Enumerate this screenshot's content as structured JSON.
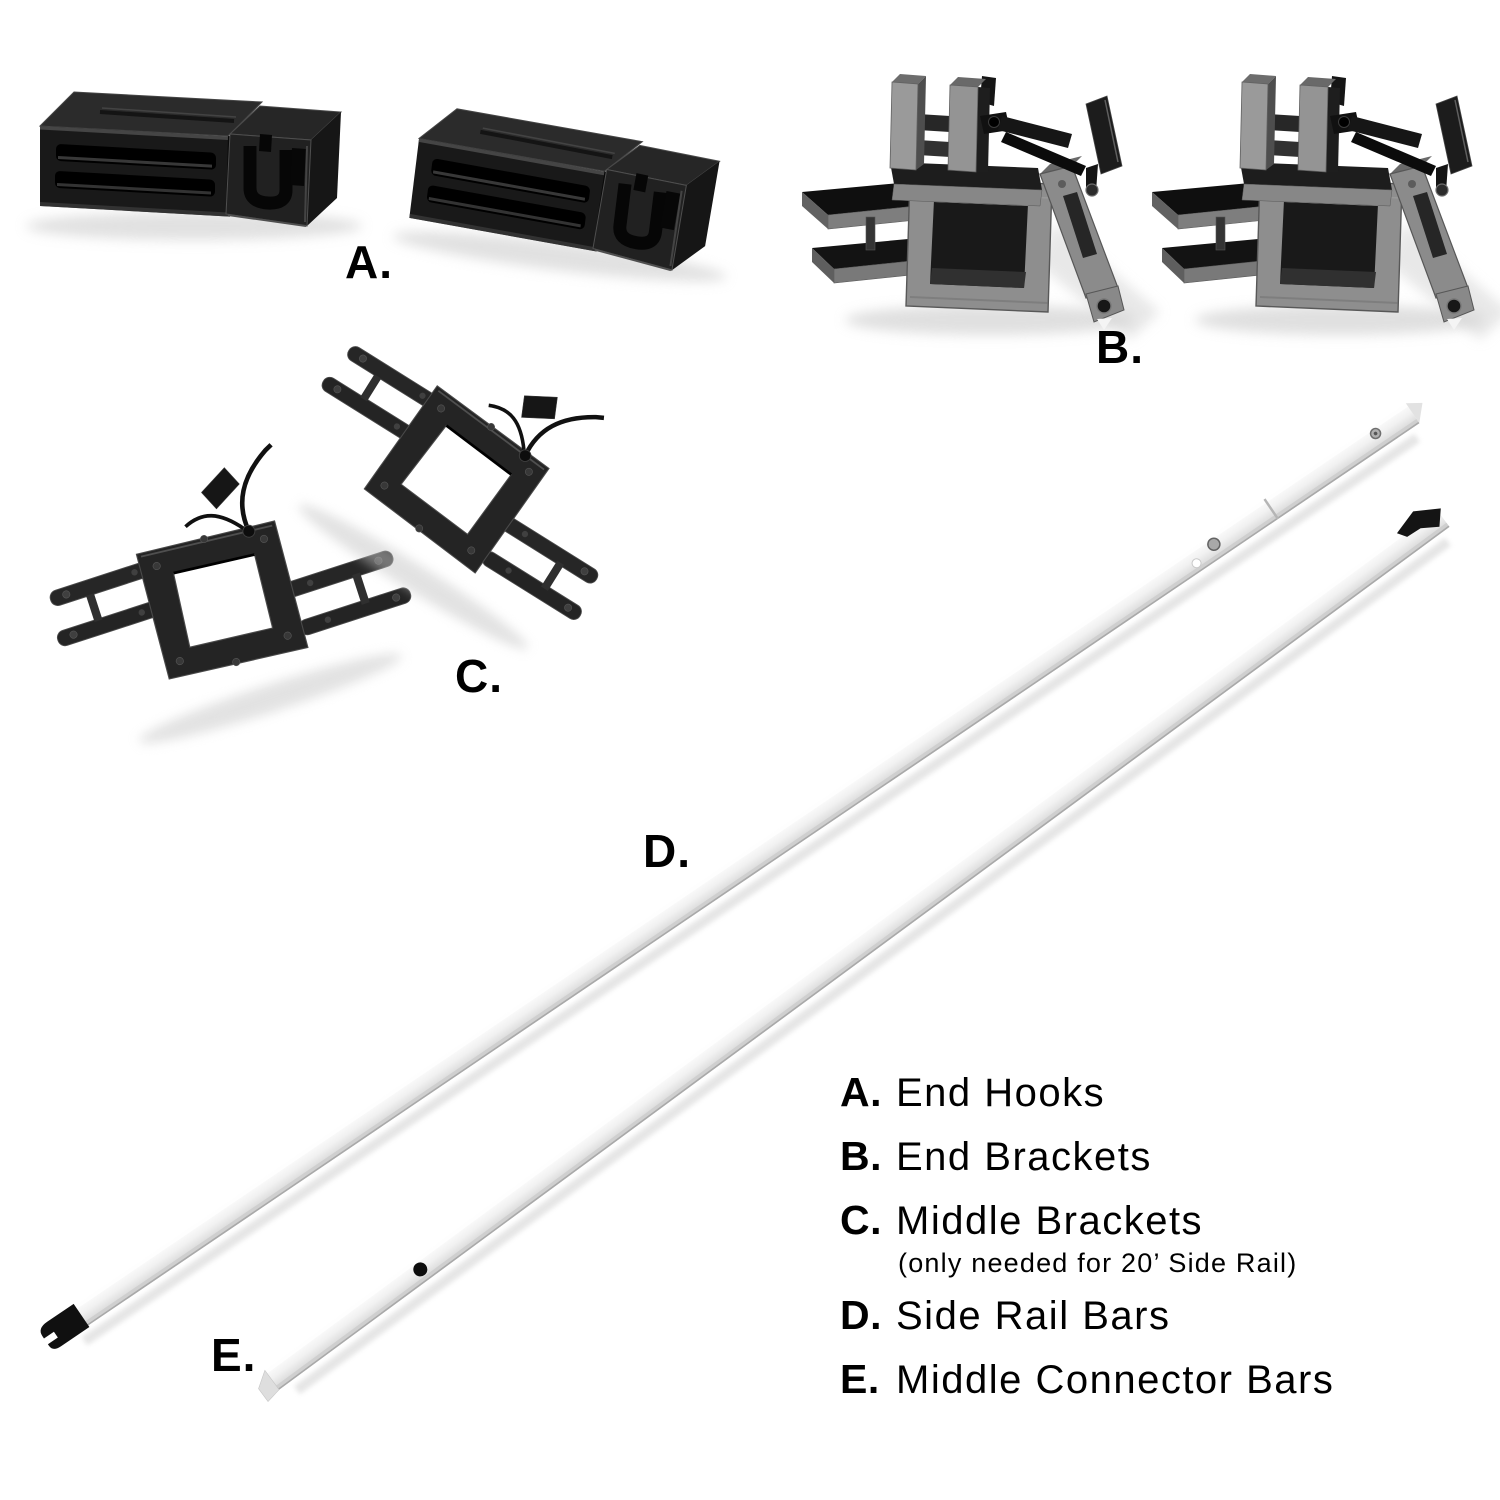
{
  "figure": {
    "description": "Exploded parts diagram of bed side rail hardware kit",
    "background": "#ffffff"
  },
  "parts": [
    {
      "callout": "A.",
      "name": "End Hooks",
      "quantity_shown": 2
    },
    {
      "callout": "B.",
      "name": "End Brackets",
      "quantity_shown": 2
    },
    {
      "callout": "C.",
      "name": "Middle Brackets",
      "quantity_shown": 2
    },
    {
      "callout": "D.",
      "name": "Side Rail Bars",
      "quantity_shown": 1
    },
    {
      "callout": "E.",
      "name": "Middle Connector Bars",
      "quantity_shown": 1
    }
  ],
  "legend": {
    "items": [
      {
        "letter": "A.",
        "label": "End Hooks"
      },
      {
        "letter": "B.",
        "label": "End Brackets"
      },
      {
        "letter": "C.",
        "label": "Middle Brackets",
        "note": "(only needed for 20’ Side Rail)"
      },
      {
        "letter": "D.",
        "label": "Side Rail Bars"
      },
      {
        "letter": "E.",
        "label": "Middle Connector Bars"
      }
    ]
  },
  "colors": {
    "background": "#ffffff",
    "text": "#000000",
    "plastic_dark": "#1a1a1a",
    "metal_gray": "#8e8e8e",
    "rail_white": "#f1f1f1",
    "rail_shade": "#c6c6c6",
    "shadow": "#c4c4c4"
  }
}
